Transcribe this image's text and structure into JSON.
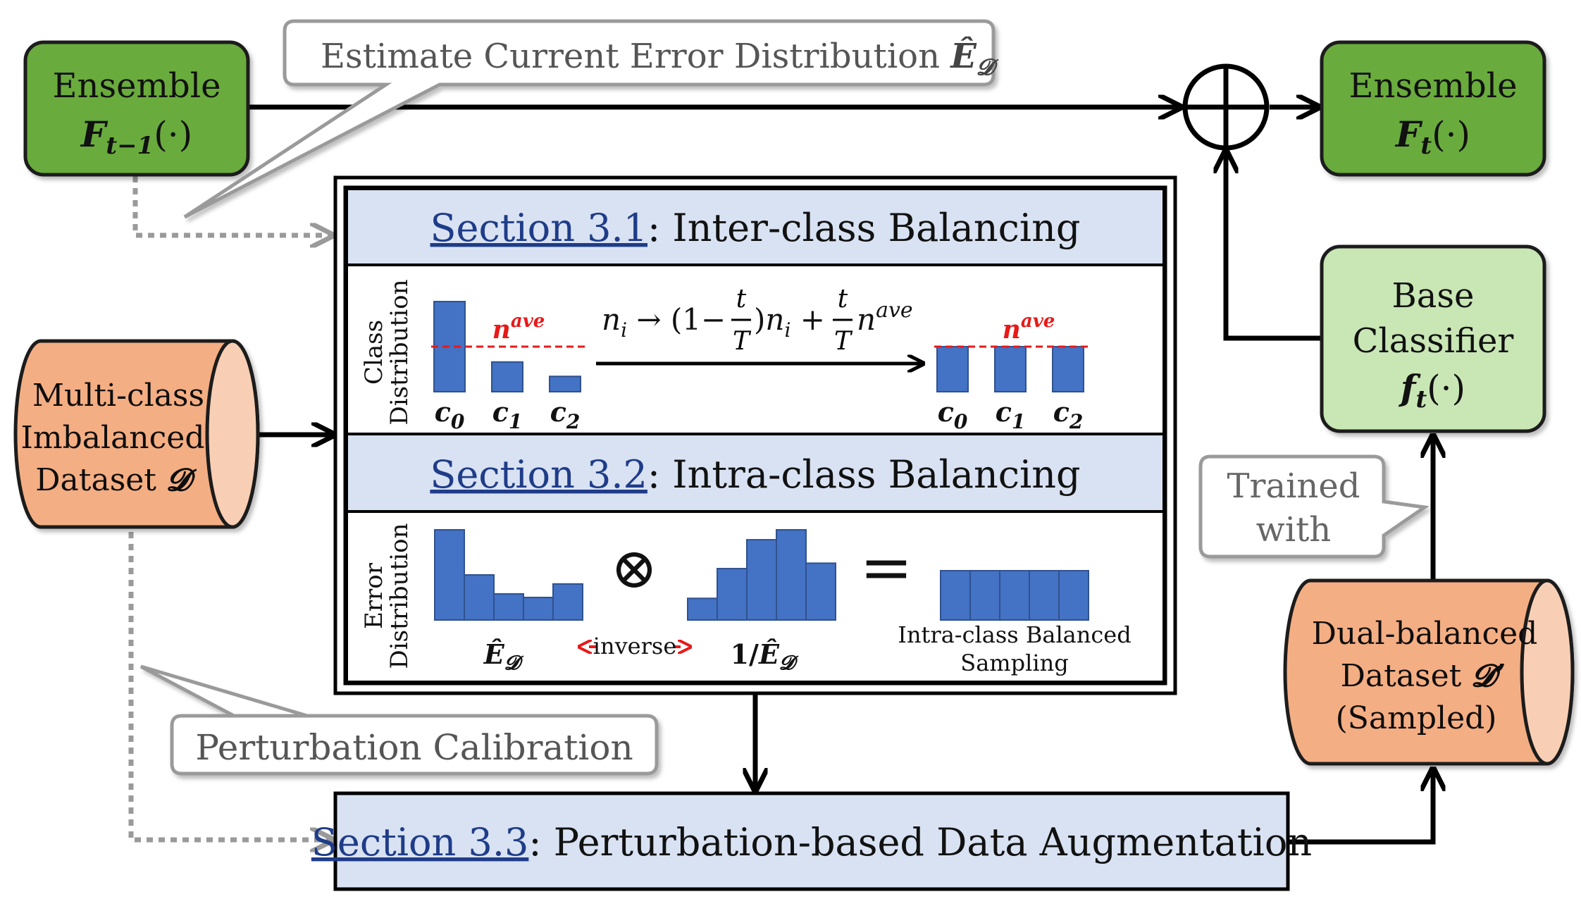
{
  "colors": {
    "ensemble_green": "#6aab3e",
    "ensemble_green_border": "#1b1b1b",
    "base_classifier_green": "#c9e6b5",
    "dataset_orange": "#f4ae83",
    "dataset_orange_cap": "#f8cfb4",
    "section_header_blue": "#d8e2f2",
    "bar_blue": "#4472c4",
    "bar_blue_border": "#2f528f",
    "n_ave_red": "#e81919",
    "link_navy": "#1f3c88",
    "callout_gray": "#9a9a9a"
  },
  "nodes": {
    "ensemble_prev": {
      "line1": "Ensemble",
      "line2_main": "F",
      "line2_sub": "t−1",
      "line2_tail": "(·)"
    },
    "ensemble_next": {
      "line1": "Ensemble",
      "line2_main": "F",
      "line2_sub": "t",
      "line2_tail": "(·)"
    },
    "multi_class_dataset": {
      "line1": "Multi-class",
      "line2": "Imbalanced",
      "line3_main": "Dataset ",
      "line3_symbol": "𝓓"
    },
    "base_classifier": {
      "line1": "Base",
      "line2": "Classifier",
      "line3_main": "f",
      "line3_sub": "t",
      "line3_tail": "(·)"
    },
    "dual_balanced_dataset": {
      "line1": "Dual-balanced",
      "line2_main": "Dataset ",
      "line2_symbol": "𝓓’",
      "line3": "(Sampled)"
    }
  },
  "callouts": {
    "estimate": {
      "text": "Estimate Current Error Distribution ",
      "symbol": "Ê",
      "symbol_sub": "𝓓"
    },
    "perturbation_calibration": {
      "text": "Perturbation Calibration"
    },
    "trained_with": {
      "line1": "Trained",
      "line2": "with"
    }
  },
  "sections": {
    "s31": {
      "link": "Section 3.1",
      "title": ": Inter-class Balancing",
      "y_label_line1": "Class",
      "y_label_line2": "Distribution"
    },
    "s32": {
      "link": "Section 3.2",
      "title": ": Intra-class Balancing",
      "y_label_line1": "Error",
      "y_label_line2": "Distribution"
    },
    "s33": {
      "link": "Section 3.3",
      "title": ": Perturbation-based Data Augmentation"
    }
  },
  "inter_class": {
    "n_ave_label": "n",
    "n_ave_sup": "ave",
    "class_labels": [
      {
        "main": "c",
        "sub": "0"
      },
      {
        "main": "c",
        "sub": "1"
      },
      {
        "main": "c",
        "sub": "2"
      }
    ],
    "before_counts": [
      1.0,
      0.33,
      0.17
    ],
    "after_counts": [
      0.5,
      0.5,
      0.5
    ],
    "n_ave_level": 0.5,
    "formula": {
      "n": "n",
      "i": "i",
      "arrow": " → (1−",
      "t": "t",
      "T": "T",
      "close": ")",
      "plus": " + ",
      "nave": "n",
      "nave_sup": "ave"
    }
  },
  "intra_class": {
    "error_bars": [
      1.0,
      0.5,
      0.29,
      0.25,
      0.4
    ],
    "inverse_bars": [
      0.24,
      0.57,
      0.89,
      1.0,
      0.63
    ],
    "balanced_bars": [
      1,
      1,
      1,
      1,
      1
    ],
    "otimes": "⊗",
    "inverse_label": "inverse",
    "equals": "=",
    "error_label_main": "Ê",
    "error_label_sub": "𝓓",
    "inverse_dist_label": "1/",
    "inverse_dist_main": "Ê",
    "inverse_dist_sub": "𝓓",
    "sampling_line1": "Intra-class Balanced",
    "sampling_line2": "Sampling"
  },
  "sum_symbol": "⊕"
}
